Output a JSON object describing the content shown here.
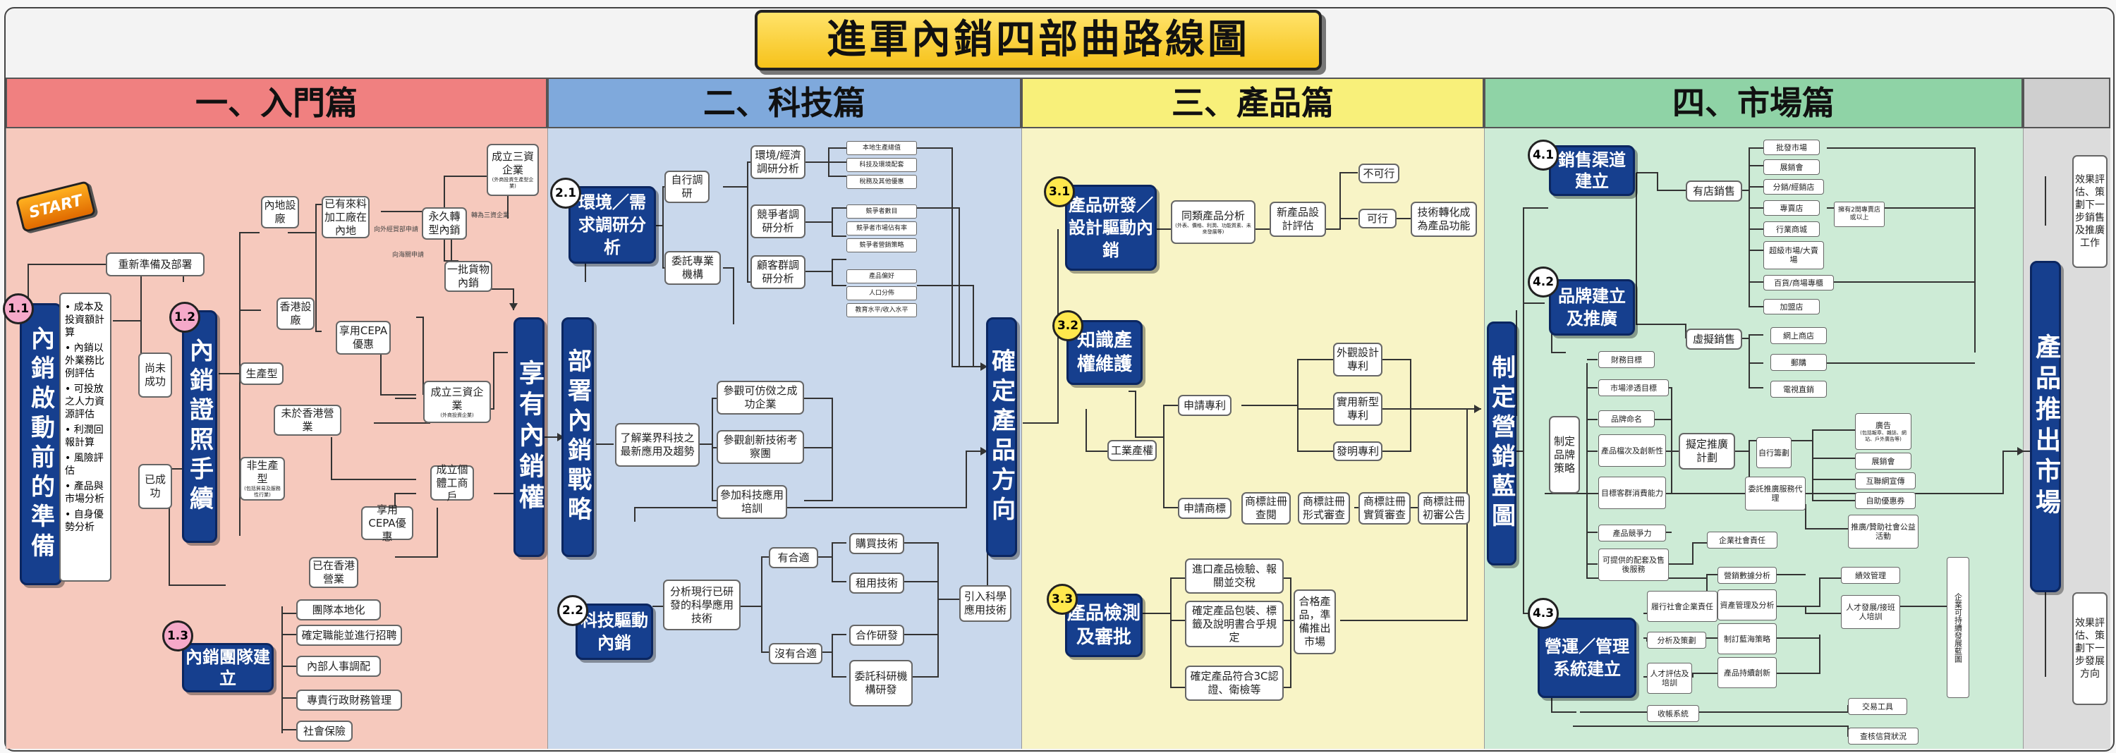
{
  "title": "進軍內銷四部曲路線圖",
  "start": "START",
  "sections": {
    "s1": {
      "label": "一、入門篇",
      "color": "#f08080",
      "bg": "#f6c9bd"
    },
    "s2": {
      "label": "二、科技篇",
      "color": "#7fa9dc",
      "bg": "#c9d8ec"
    },
    "s3": {
      "label": "三、產品篇",
      "color": "#f8f07a",
      "bg": "#f8f4c6"
    },
    "s4": {
      "label": "四、市場篇",
      "color": "#8fd3a6",
      "bg": "#cdebd6"
    }
  },
  "s1": {
    "n11": "1.1",
    "n12": "1.2",
    "n13": "1.3",
    "main11": "內銷啟動前的準備",
    "list11": [
      "成本及投資額計算",
      "內銷以外業務比例評估",
      "可投放之人力資源評估",
      "利潤回報計算",
      "風險評估",
      "產品與市場分析",
      "自身優勢分析"
    ],
    "restart": "重新準備及部署",
    "fail": "尚未成功",
    "success": "已成功",
    "main12": "內銷證照手續",
    "production": "生產型",
    "nonproduction": "非生產型",
    "nonprod_note": "(包括貿易及服務性行業)",
    "inland": "內地設廠",
    "hk_factory": "香港設廠",
    "not_hk": "未於香港營業",
    "in_hk": "已在香港營業",
    "processing": "已有來料加工廠在內地",
    "transform": "永久轉型內銷",
    "direct": "一批貨物內銷",
    "cepa1": "享用CEPA優惠",
    "cepa2": "享用CEPA優惠",
    "fie1": "成立三資企業",
    "fie1_note": "(外商投資生產型企業)",
    "fie2": "成立三資企業",
    "fie2_note": "(外商投資企業)",
    "individual": "成立個體工商戶",
    "note1": "向外經貿部申請",
    "note2": "轉為三資企業",
    "note3": "向海關申請",
    "rights": "享有內銷權",
    "main13": "內銷團隊建立",
    "team": [
      "團隊本地化",
      "確定職能並進行招聘",
      "內部人事調配",
      "專責行政財務管理",
      "社會保險"
    ]
  },
  "s2": {
    "n21": "2.1",
    "n22": "2.2",
    "main21": "環境／需求調研分析",
    "self": "自行調研",
    "agency": "委託專業機構",
    "env": "環境/經濟調研分析",
    "env_items": [
      "本地生產總值",
      "科技及環境配套",
      "稅務及其他優惠"
    ],
    "comp": "競爭者調研分析",
    "comp_items": [
      "競爭者數目",
      "競爭者市場佔有率",
      "競爭者營銷策略"
    ],
    "cust": "顧客群調研分析",
    "cust_items": [
      "產品偏好",
      "人口分佈",
      "教育水平/收入水平"
    ],
    "strategy": "部署內銷戰略",
    "learn": "了解業界科技之最新應用及趨勢",
    "visit": "參觀可仿傚之成功企業",
    "seminar": "參觀創新技術考察團",
    "training": "參加科技應用培訓",
    "main22": "科技驅動內銷",
    "analyze": "分析現行已研發的科學應用技術",
    "suitable": "有合適",
    "none": "沒有合適",
    "buy": "購買技術",
    "rent": "租用技術",
    "coop": "合作研發",
    "commission": "委託科研機構研發",
    "introduce": "引入科學應用技術",
    "direction": "確定產品方向"
  },
  "s3": {
    "n31": "3.1",
    "n32": "3.2",
    "n33": "3.3",
    "main31": "產品研發／設計驅動內銷",
    "analysis": "同類產品分析",
    "analysis_note": "(外表、價格、利潤、功能質素、未來發展等)",
    "design": "新產品設計評估",
    "notok": "不可行",
    "ok": "可行",
    "tech": "技術轉化成為產品功能",
    "main32": "知識產權維護",
    "industrial": "工業產權",
    "patent": "申請專利",
    "trademark": "申請商標",
    "ext": "外觀設計專利",
    "util": "實用新型專利",
    "invent": "發明專利",
    "tm_steps": [
      "商標註冊查閱",
      "商標註冊形式審查",
      "商標註冊實質審查",
      "商標註冊初審公告"
    ],
    "main33": "產品檢測及審批",
    "import": "進口產品檢驗、報關並交稅",
    "label": "確定產品包裝、標籤及說明書合乎規定",
    "cert": "確定產品符合3C認證、衛檢等",
    "qualified": "合格產品，準備推出市場"
  },
  "s4": {
    "n41": "4.1",
    "n42": "4.2",
    "n43": "4.3",
    "main41": "銷售渠道建立",
    "store": "有店銷售",
    "store_items": [
      "批發市場",
      "展銷會",
      "分銷/經銷店",
      "專賣店",
      "行業商城",
      "超級市場/大賣場",
      "百貨/商場專櫃",
      "加盟店"
    ],
    "store_note": "擁有2間專賣店或以上",
    "virtual": "虛擬銷售",
    "virtual_items": [
      "網上商店",
      "郵購",
      "電視直銷"
    ],
    "main42": "品牌建立及推廣",
    "brand_strategy": "制定品牌策略",
    "brand_items": [
      "財務目標",
      "市場滲透目標",
      "品牌命名",
      "產品檔次及創新性",
      "目標客群消費能力",
      "產品競爭力",
      "可提供的配套及售後服務"
    ],
    "plan": "擬定推廣計劃",
    "self_promo": "自行籌劃",
    "agent": "委託推廣服務代理",
    "promo_items": [
      "廣告",
      "展銷會",
      "互聯網宣傳",
      "自助優惠券"
    ],
    "promo_note": "(包括報章、雜誌、網站、戶外廣告等)",
    "sponsor": "推廣/贊助社會公益活動",
    "csr": "企業社會責任",
    "main43": "營運／管理系統建立",
    "duty": "履行社會企業責任",
    "analysis": "分析及策劃",
    "hr": "人才評估及培訓",
    "cash": "收帳系統",
    "ops_items": [
      "營銷數據分析",
      "資產管理及分析",
      "制訂藍海策略",
      "產品持續創新"
    ],
    "perf": "績效管理",
    "talent": "人才發展/接班人培訓",
    "sustain": "企業可持續發展藍圖",
    "trade": "交易工具",
    "credit": "查核信貸狀況",
    "marketing": "制定營銷藍圖",
    "launch": "產品推出市場"
  },
  "side": {
    "eval1": "效果評估、策劃下一步銷售及推廣工作",
    "eval2": "效果評估、策劃下一步發展方向"
  }
}
